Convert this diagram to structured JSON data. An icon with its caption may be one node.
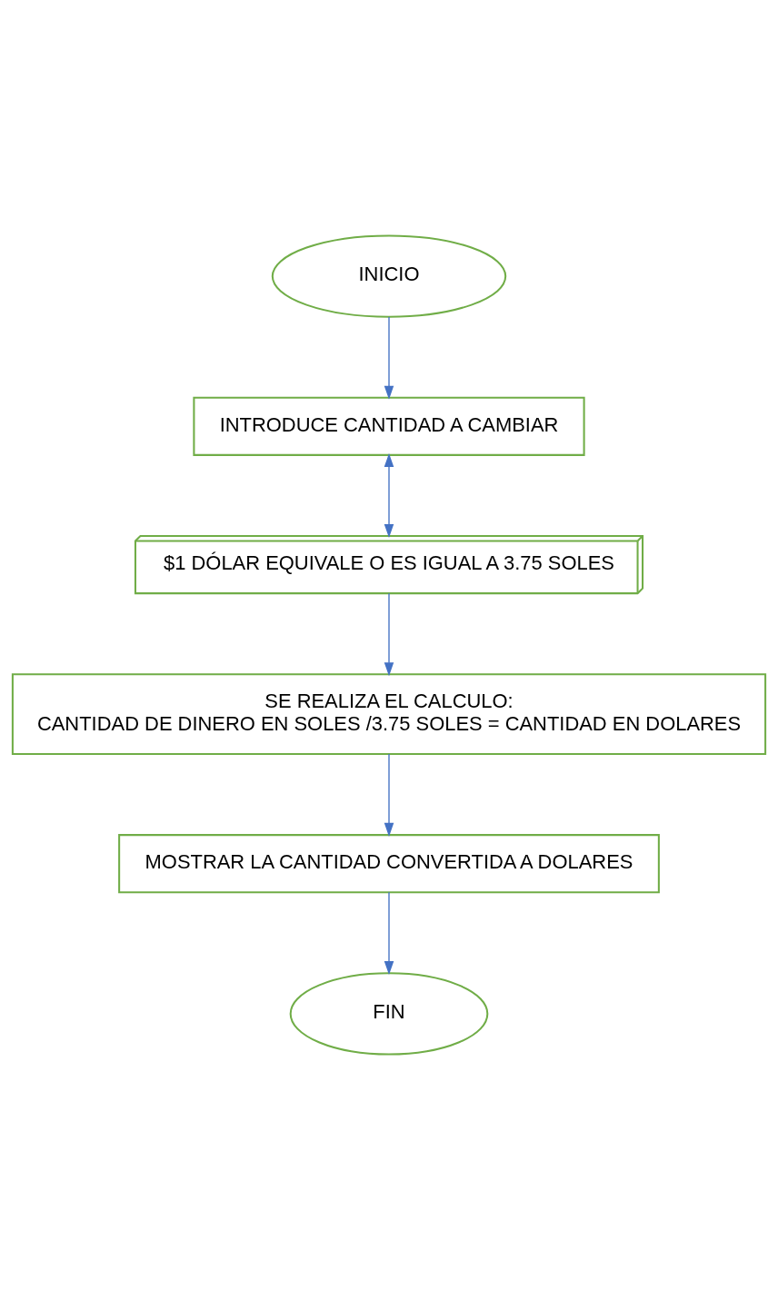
{
  "diagram": {
    "nodes": [
      {
        "text": [
          "INICIO"
        ]
      },
      {
        "text": [
          "INTRODUCE CANTIDAD A CAMBIAR"
        ]
      },
      {
        "text": [
          "$1 DÓLAR EQUIVALE O ES IGUAL A 3.75 SOLES"
        ]
      },
      {
        "text": [
          "SE REALIZA EL CALCULO:",
          "CANTIDAD DE DINERO EN SOLES /3.75 SOLES = CANTIDAD EN DOLARES"
        ]
      },
      {
        "text": [
          "MOSTRAR LA CANTIDAD CONVERTIDA A DOLARES"
        ]
      },
      {
        "text": [
          "FIN"
        ]
      }
    ],
    "edges": [
      {
        "from": 0,
        "to": 1,
        "arrow": "to"
      },
      {
        "from": 1,
        "to": 2,
        "arrow": "both"
      },
      {
        "from": 2,
        "to": 3,
        "arrow": "to"
      },
      {
        "from": 3,
        "to": 4,
        "arrow": "to"
      },
      {
        "from": 4,
        "to": 5,
        "arrow": "to"
      }
    ]
  }
}
